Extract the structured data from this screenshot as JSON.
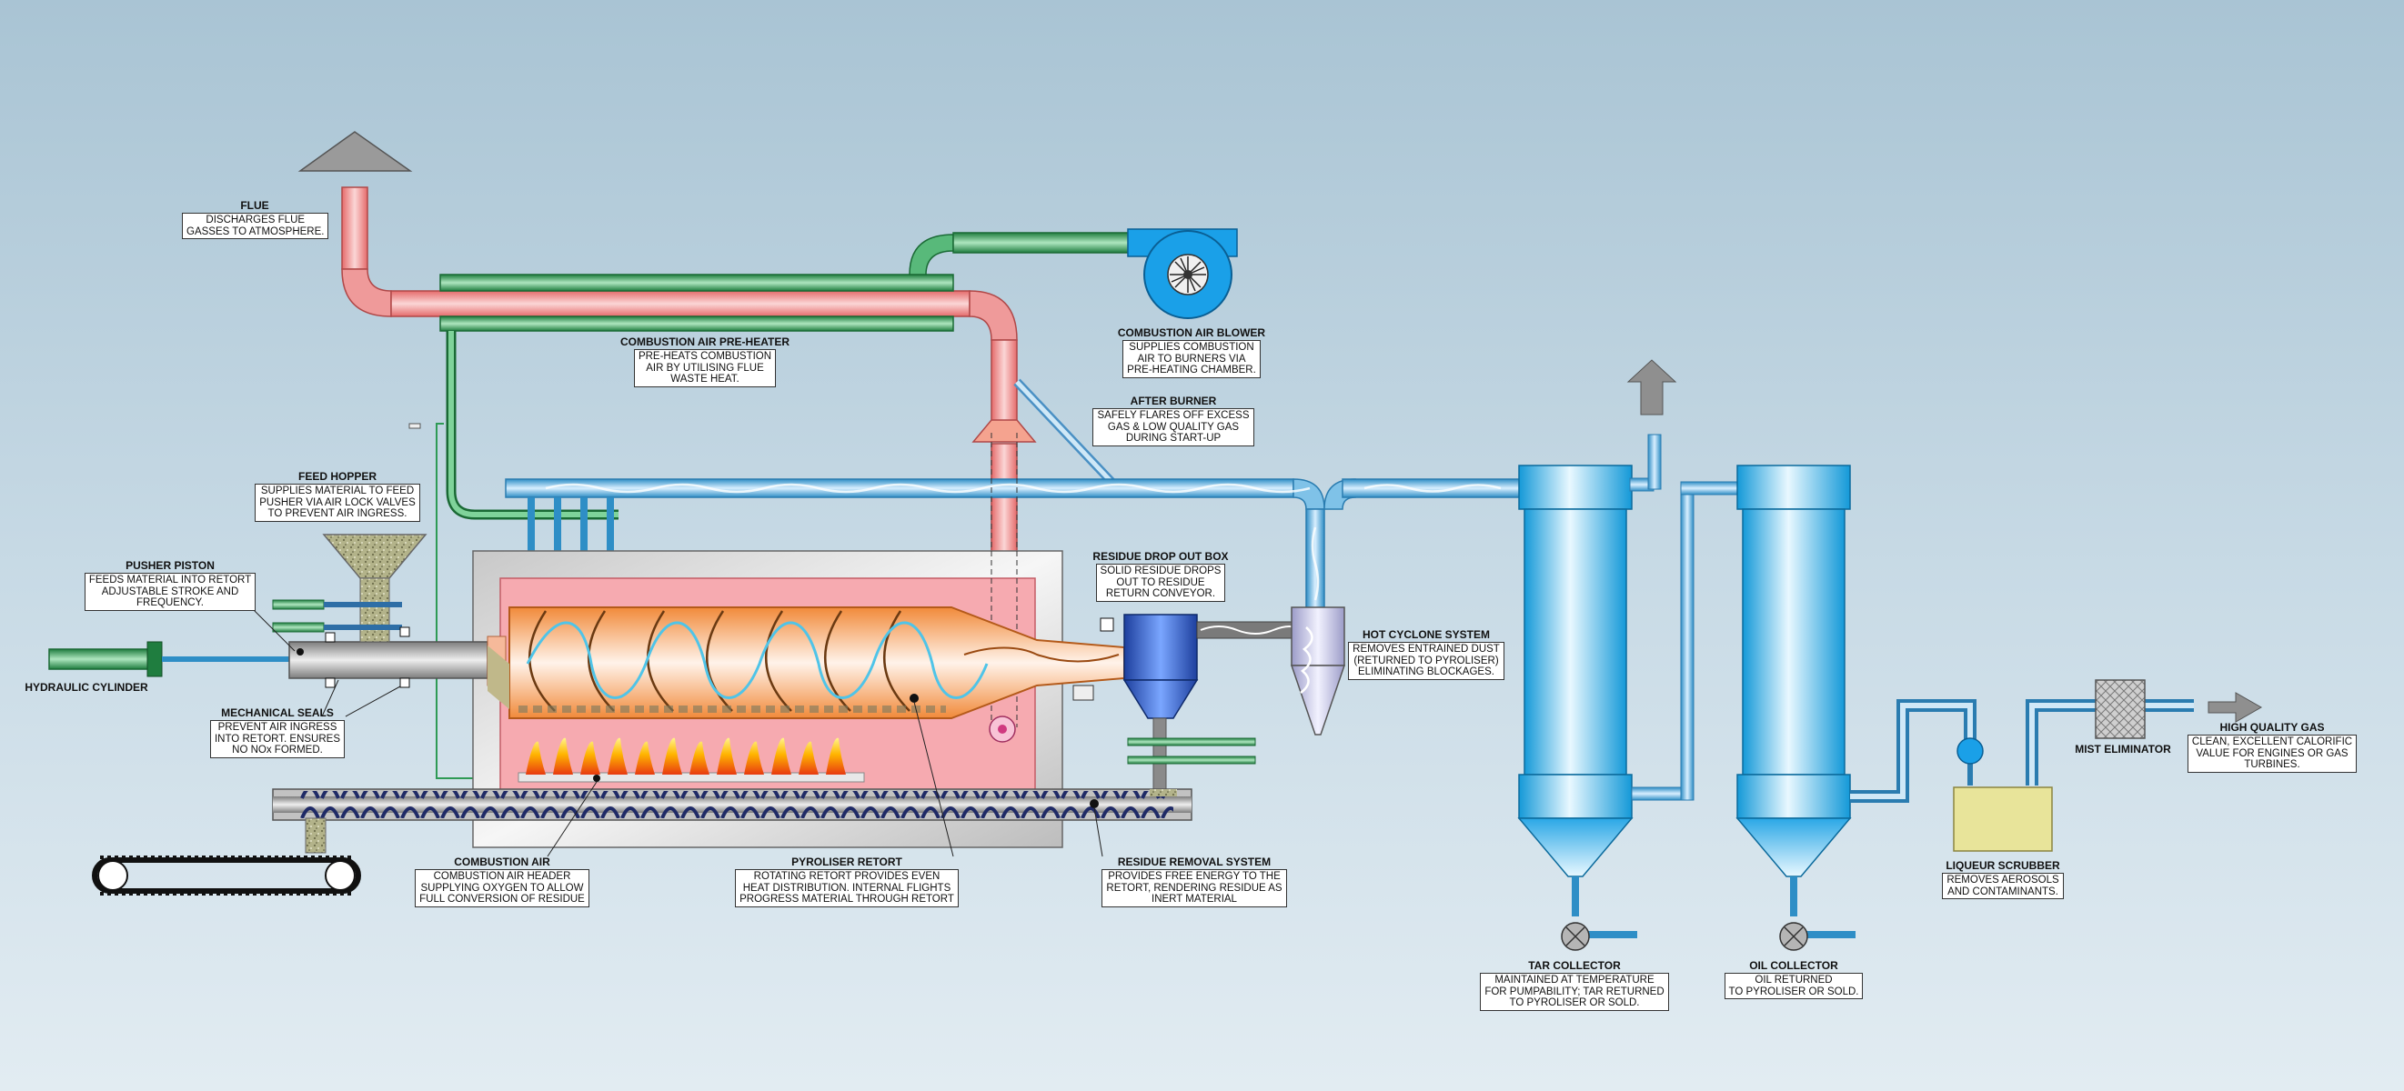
{
  "colors": {
    "flue_pipe": "#f08a8a",
    "air_pipe": "#2e9a55",
    "gas_pipe": "#5aa9d6",
    "vessel": "#3fb6ef",
    "chamber": "#f6aab0",
    "blower": "#1aa0e8",
    "scrubber": "#e8e49a"
  },
  "labels": {
    "flue": {
      "title": "FLUE",
      "desc": "DISCHARGES FLUE\nGASSES TO ATMOSPHERE."
    },
    "preheater": {
      "title": "COMBUSTION AIR PRE-HEATER",
      "desc": "PRE-HEATS COMBUSTION\nAIR BY UTILISING FLUE\nWASTE HEAT."
    },
    "blower": {
      "title": "COMBUSTION AIR BLOWER",
      "desc": "SUPPLIES COMBUSTION\nAIR TO BURNERS VIA\nPRE-HEATING CHAMBER."
    },
    "afterburner": {
      "title": "AFTER BURNER",
      "desc": "SAFELY FLARES OFF EXCESS\nGAS & LOW QUALITY GAS\nDURING START-UP"
    },
    "feed_hopper": {
      "title": "FEED HOPPER",
      "desc": "SUPPLIES MATERIAL TO FEED\nPUSHER VIA AIR LOCK VALVES\nTO PREVENT AIR INGRESS."
    },
    "pusher": {
      "title": "PUSHER PISTON",
      "desc": "FEEDS MATERIAL INTO RETORT\nADJUSTABLE STROKE AND\nFREQUENCY."
    },
    "hydraulic": {
      "title": "HYDRAULIC CYLINDER"
    },
    "seals": {
      "title": "MECHANICAL SEALS",
      "desc": "PREVENT AIR INGRESS\nINTO RETORT. ENSURES\nNO NOx FORMED."
    },
    "residue_box": {
      "title": "RESIDUE DROP OUT BOX",
      "desc": "SOLID RESIDUE DROPS\nOUT TO RESIDUE\nRETURN CONVEYOR."
    },
    "cyclone": {
      "title": "HOT CYCLONE SYSTEM",
      "desc": "REMOVES ENTRAINED DUST\n(RETURNED TO PYROLISER)\nELIMINATING BLOCKAGES."
    },
    "combustion_air": {
      "title": "COMBUSTION AIR",
      "desc": "COMBUSTION AIR HEADER\nSUPPLYING OXYGEN TO ALLOW\nFULL CONVERSION OF RESIDUE"
    },
    "retort": {
      "title": "PYROLISER RETORT",
      "desc": "ROTATING RETORT PROVIDES EVEN\nHEAT DISTRIBUTION. INTERNAL FLIGHTS\nPROGRESS MATERIAL THROUGH RETORT"
    },
    "residue_removal": {
      "title": "RESIDUE REMOVAL SYSTEM",
      "desc": "PROVIDES FREE ENERGY TO THE\nRETORT, RENDERING RESIDUE AS\nINERT MATERIAL"
    },
    "tar": {
      "title": "TAR COLLECTOR",
      "desc": "MAINTAINED AT TEMPERATURE\nFOR PUMPABILITY; TAR RETURNED\nTO PYROLISER OR SOLD."
    },
    "oil": {
      "title": "OIL COLLECTOR",
      "desc": "OIL RETURNED\nTO PYROLISER OR SOLD."
    },
    "scrubber": {
      "title": "LIQUEUR SCRUBBER",
      "desc": "REMOVES AEROSOLS\nAND CONTAMINANTS."
    },
    "mist": {
      "title": "MIST ELIMINATOR"
    },
    "gas": {
      "title": "HIGH QUALITY GAS",
      "desc": "CLEAN, EXCELLENT CALORIFIC\nVALUE FOR ENGINES OR GAS\nTURBINES."
    }
  }
}
